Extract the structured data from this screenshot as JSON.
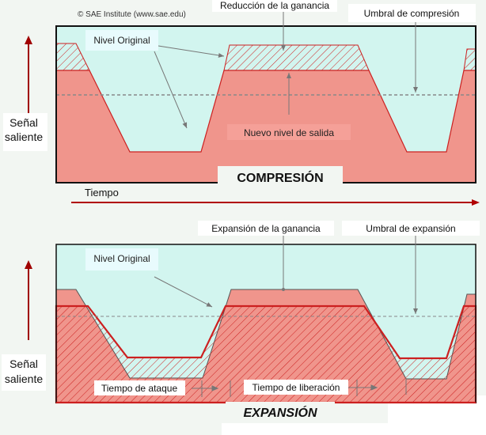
{
  "copyright": "© SAE Institute (www.sae.edu)",
  "compression": {
    "title": "COMPRESIÓN",
    "gain_label": "Reducción de la ganancia",
    "threshold_label": "Umbral de compresión",
    "original_label": "Nivel Original",
    "new_level_label": "Nuevo nivel de salida",
    "y_label_1": "Señal",
    "y_label_2": "saliente"
  },
  "time_label": "Tiempo",
  "expansion": {
    "title": "EXPANSIÓN",
    "gain_label": "Expansión de la ganancia",
    "threshold_label": "Umbral de expansión",
    "original_label": "Nivel Original",
    "attack_label": "Tiempo de ataque",
    "release_label": "Tiempo de liberación",
    "y_label_1": "Señal",
    "y_label_2": "saliente"
  },
  "colors": {
    "background": "#d2f5ef",
    "signal": "#f0958c",
    "line": "#cc2020",
    "arrow": "#8b0000"
  }
}
